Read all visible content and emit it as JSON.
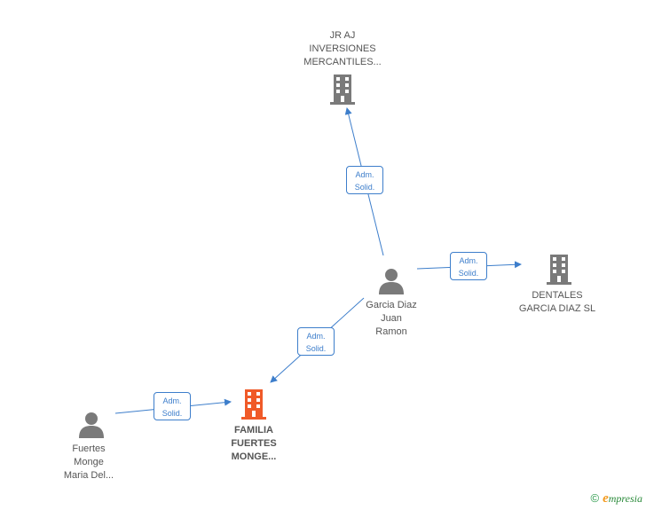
{
  "colors": {
    "edge": "#3d7ecb",
    "company_icon": "#7a7a7a",
    "focus_company_icon": "#f05a28",
    "person_icon": "#7a7a7a",
    "text": "#555555"
  },
  "nodes": {
    "jr_aj": {
      "type": "company",
      "icon": "building-icon",
      "lines": [
        "JR AJ",
        "INVERSIONES",
        "MERCANTILES..."
      ]
    },
    "dentales": {
      "type": "company",
      "icon": "building-icon",
      "lines": [
        "DENTALES",
        "GARCIA DIAZ SL"
      ]
    },
    "familia": {
      "type": "company-focus",
      "icon": "building-icon",
      "lines": [
        "FAMILIA",
        "FUERTES",
        "MONGE..."
      ]
    },
    "garcia": {
      "type": "person",
      "icon": "person-icon",
      "lines": [
        "Garcia Diaz",
        "Juan",
        "Ramon"
      ]
    },
    "fuertes": {
      "type": "person",
      "icon": "person-icon",
      "lines": [
        "Fuertes",
        "Monge",
        "Maria Del..."
      ]
    }
  },
  "edges": [
    {
      "from": "garcia",
      "to": "jr_aj",
      "label": [
        "Adm.",
        "Solid."
      ]
    },
    {
      "from": "garcia",
      "to": "dentales",
      "label": [
        "Adm.",
        "Solid."
      ]
    },
    {
      "from": "garcia",
      "to": "familia",
      "label": [
        "Adm.",
        "Solid."
      ]
    },
    {
      "from": "fuertes",
      "to": "familia",
      "label": [
        "Adm.",
        "Solid."
      ]
    }
  ],
  "footer": {
    "copyright": "©",
    "brand_initial": "e",
    "brand_rest": "mpresia"
  }
}
